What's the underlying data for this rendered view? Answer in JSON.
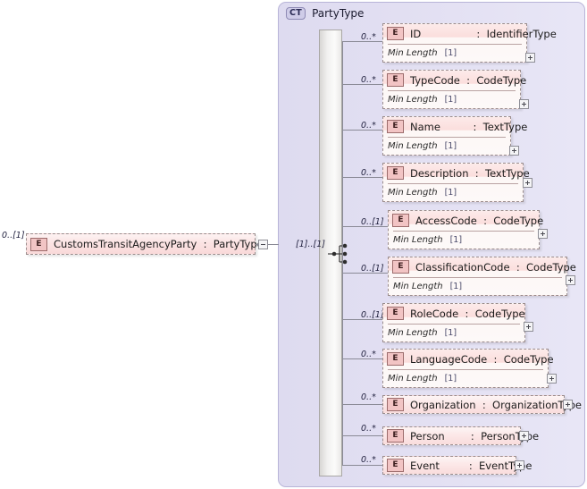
{
  "diagram": {
    "kind": "xsd-schema-diagram",
    "complex_type": {
      "badge": "CT",
      "name": "PartyType"
    },
    "compositor": {
      "icon": "sequence-icon",
      "occurrence": "[1]..[1]"
    },
    "root_element": {
      "badge": "E",
      "label": "CustomsTransitAgencyParty  :  PartyType",
      "occurrence": "0..[1]",
      "expander": "minus"
    },
    "facet_label": "Min Length",
    "children": [
      {
        "badge": "E",
        "label": "ID                 :  IdentifierType",
        "occurrence": "0..*",
        "facet": "Min Length",
        "facet_occurrence": "[1]",
        "expander": "plus"
      },
      {
        "badge": "E",
        "label": "TypeCode  :  CodeType",
        "occurrence": "0..*",
        "facet": "Min Length",
        "facet_occurrence": "[1]",
        "expander": "plus"
      },
      {
        "badge": "E",
        "label": "Name          :  TextType",
        "occurrence": "0..*",
        "facet": "Min Length",
        "facet_occurrence": "[1]",
        "expander": "plus"
      },
      {
        "badge": "E",
        "label": "Description  :  TextType",
        "occurrence": "0..*",
        "facet": "Min Length",
        "facet_occurrence": "[1]",
        "expander": "plus"
      },
      {
        "badge": "E",
        "label": "AccessCode  :  CodeType",
        "occurrence": "0..[1]",
        "facet": "Min Length",
        "facet_occurrence": "[1]",
        "expander": "plus"
      },
      {
        "badge": "E",
        "label": "ClassificationCode  :  CodeType",
        "occurrence": "0..[1]",
        "facet": "Min Length",
        "facet_occurrence": "[1]",
        "expander": "plus"
      },
      {
        "badge": "E",
        "label": "RoleCode  :  CodeType",
        "occurrence": "0..[1]",
        "facet": "Min Length",
        "facet_occurrence": "[1]",
        "expander": "plus"
      },
      {
        "badge": "E",
        "label": "LanguageCode  :  CodeType",
        "occurrence": "0..*",
        "facet": "Min Length",
        "facet_occurrence": "[1]",
        "expander": "plus"
      },
      {
        "badge": "E",
        "label": "Organization  :  OrganizationType",
        "occurrence": "0..*",
        "facet": null,
        "facet_occurrence": null,
        "expander": "plus"
      },
      {
        "badge": "E",
        "label": "Person        :  PersonType",
        "occurrence": "0..*",
        "facet": null,
        "facet_occurrence": null,
        "expander": "plus"
      },
      {
        "badge": "E",
        "label": "Event         :  EventType",
        "occurrence": "0..*",
        "facet": null,
        "facet_occurrence": null,
        "expander": "plus"
      }
    ]
  }
}
